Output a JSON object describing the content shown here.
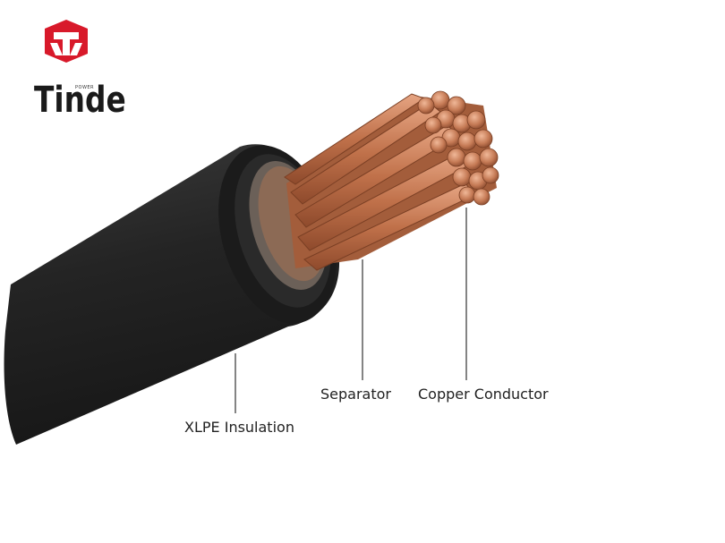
{
  "brand": {
    "name": "Tinde",
    "tagline": "POWER",
    "logo_color": "#d8192a"
  },
  "callouts": {
    "insulation": "XLPE Insulation",
    "separator": "Separator",
    "conductor": "Copper Conductor"
  },
  "colors": {
    "jacket": "#262626",
    "copper": "#c67a52",
    "leader_line": "#333333"
  }
}
